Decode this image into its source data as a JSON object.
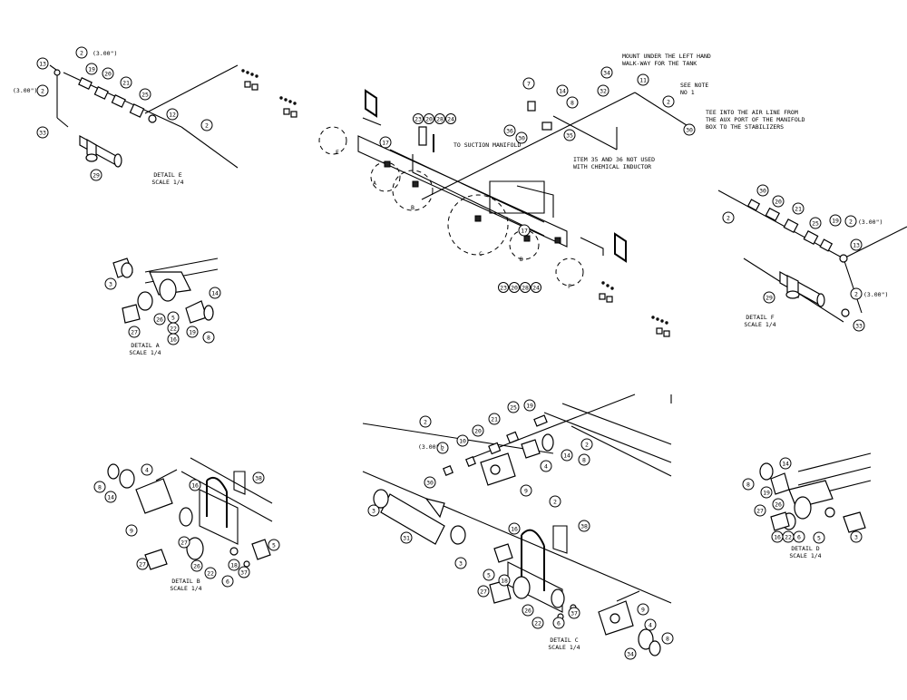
{
  "notes": {
    "mount_1": "MOUNT UNDER THE LEFT HAND",
    "mount_2": "WALK-WAY FOR THE TANK",
    "see_note_1": "SEE NOTE",
    "see_note_2": "NO 1",
    "tee_1": "TEE INTO THE AIR LINE FROM",
    "tee_2": "THE AUX PORT OF THE MANIFOLD",
    "tee_3": "BOX TO THE STABILIZERS",
    "suction": "TO SUCTION MANIFOLD",
    "item35_1": "ITEM 35 AND 36 NOT USED",
    "item35_2": "WITH CHEMICAL INDUCTOR"
  },
  "details": {
    "e_title": "DETAIL E",
    "e_scale": "SCALE 1/4",
    "f_title": "DETAIL F",
    "f_scale": "SCALE 1/4",
    "a_title": "DETAIL A",
    "a_scale": "SCALE 1/4",
    "b_title": "DETAIL B",
    "b_scale": "SCALE 1/4",
    "c_title": "DETAIL C",
    "c_scale": "SCALE 1/4",
    "d_title": "DETAIL D",
    "d_scale": "SCALE 1/4"
  },
  "dims": {
    "e_top": "(3.00\")",
    "e_left": "(3.00\")",
    "f_right": "(3.00\")",
    "f_lower": "(3.00\")",
    "c_top": "(3.00\")"
  },
  "callouts": {
    "e": {
      "n13": "13",
      "n2a": "2",
      "n19": "19",
      "n20": "20",
      "n21": "21",
      "n25": "25",
      "n12": "12",
      "n2b": "2",
      "n2c": "2",
      "n33": "33",
      "n29": "29"
    },
    "main": {
      "n23a": "23",
      "n20a": "20",
      "n28a": "28",
      "n24a": "24",
      "n17a": "17",
      "n17b": "17",
      "n23b": "23",
      "n20b": "20",
      "n28b": "28",
      "n24b": "24",
      "n7": "7",
      "n14": "14",
      "n8": "8",
      "n36": "36",
      "n35": "35",
      "n30a": "30",
      "n34": "34",
      "n11": "11",
      "n32": "32",
      "n2": "2",
      "n30b": "30",
      "dA": "A",
      "dB": "B",
      "dC": "C",
      "dD": "D",
      "dE": "E",
      "dF": "F"
    },
    "f": {
      "n30": "30",
      "n2a": "2",
      "n20": "20",
      "n21": "21",
      "n25": "25",
      "n19": "19",
      "n2b": "2",
      "n13": "13",
      "n2c": "2",
      "n29": "29",
      "n33": "33"
    },
    "a": {
      "n3": "3",
      "n27": "27",
      "n26": "26",
      "n5": "5",
      "n22": "22",
      "n16": "16",
      "n19": "19",
      "n14": "14",
      "n8": "8"
    },
    "b": {
      "n8": "8",
      "n14": "14",
      "n4": "4",
      "n9": "9",
      "n27a": "27",
      "n16": "16",
      "n38": "38",
      "n27b": "27",
      "n26": "26",
      "n22": "22",
      "n6": "6",
      "n18": "18",
      "n37": "37",
      "n5": "5"
    },
    "c": {
      "n2a": "2",
      "n20": "20",
      "n21": "21",
      "n19": "19",
      "n2b": "2",
      "n10": "10",
      "n25": "25",
      "n4": "4",
      "n14": "14",
      "n8": "8",
      "n30": "30",
      "n9": "9",
      "n3a": "3",
      "n2c": "2",
      "n31": "31",
      "n3b": "3",
      "n16": "16",
      "n38": "38",
      "n5": "5",
      "n18": "18",
      "n27": "27",
      "n26": "26",
      "n37": "37",
      "n22": "22",
      "n6": "6",
      "n4b": "4",
      "n34": "34",
      "n8b": "8"
    },
    "d": {
      "n8": "8",
      "n14": "14",
      "n19": "19",
      "n26": "26",
      "n27": "27",
      "n5": "5",
      "n16": "16",
      "n22": "22",
      "n6": "6",
      "n3": "3"
    }
  }
}
